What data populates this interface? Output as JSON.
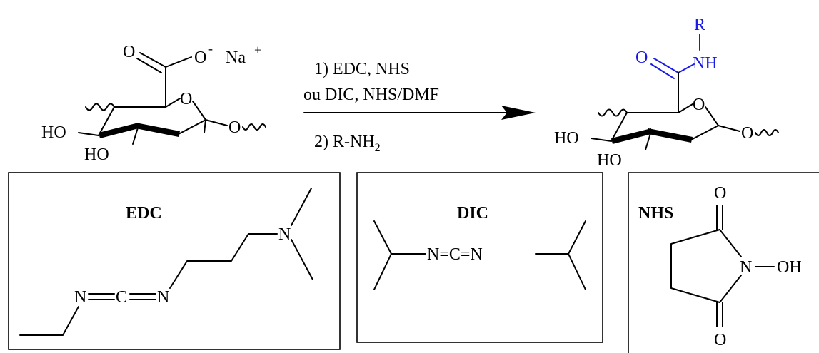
{
  "reactant": {
    "carbonyl_o": "O",
    "carboxylate": "O",
    "carboxylate_charge": "-",
    "counter_ion": "Na",
    "counter_ion_charge": "+",
    "ring_o": "O",
    "ho_left": "HO",
    "ho_bottom": "HO",
    "glyco_o": "O"
  },
  "conditions": {
    "step1_line1": "1) EDC, NHS",
    "step1_line2": "ou DIC, NHS/DMF",
    "step2_prefix": "2) R-NH",
    "step2_sub": "2"
  },
  "product": {
    "r_group": "R",
    "nh": "NH",
    "carbonyl_o": "O",
    "ring_o": "O",
    "ho_left": "HO",
    "ho_bottom": "HO",
    "glyco_o": "O"
  },
  "edc": {
    "title": "EDC",
    "n_left": "N",
    "c": "C",
    "n_right": "N",
    "n_amine": "N"
  },
  "dic": {
    "title": "DIC",
    "formula": "N=C=N"
  },
  "nhs": {
    "title": "NHS",
    "o_top": "O",
    "o_bottom": "O",
    "n": "N",
    "oh": "OH"
  },
  "colors": {
    "product_amide": "#1a1ae6"
  }
}
